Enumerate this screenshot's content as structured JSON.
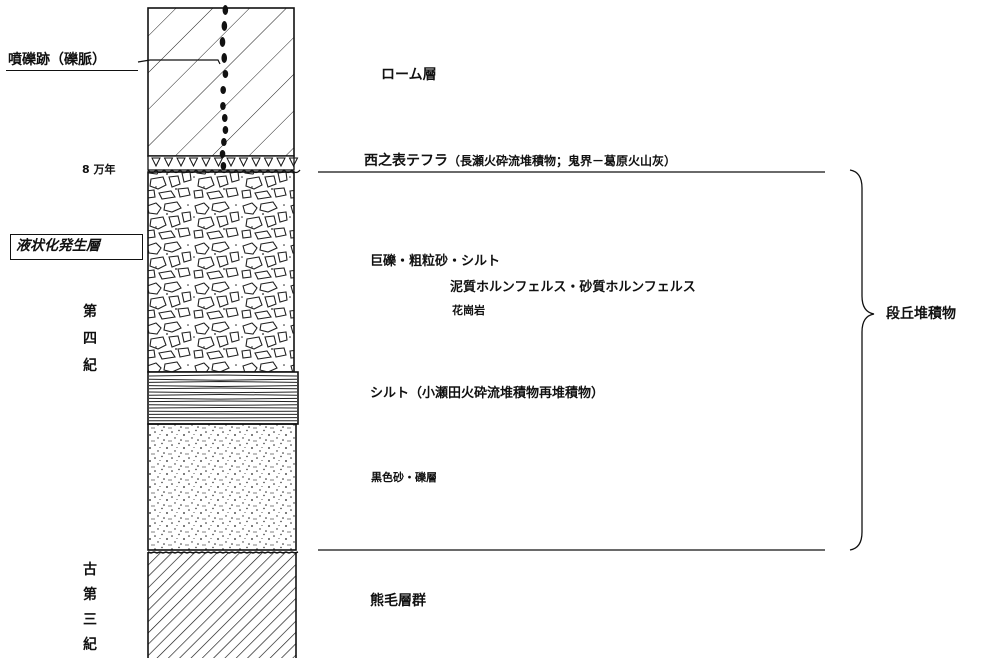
{
  "labels": {
    "vent_trace": "噴礫跡（礫脈）",
    "age": "8 万年",
    "liquefaction_layer": "液状化発生層",
    "quaternary": [
      "第",
      "四",
      "紀"
    ],
    "paleogene": [
      "古",
      "第",
      "三",
      "紀"
    ],
    "loam": "ローム層",
    "tephra": "西之表テフラ",
    "tephra_note": "（長瀬火砕流堆積物；鬼界－葛原火山灰）",
    "gravel_sand_silt": "巨礫・粗粒砂・シルト",
    "hornfels": "泥質ホルンフェルス・砂質ホルンフェルス",
    "granite": "花崗岩",
    "silt_layer": "シルト（小瀬田火砕流堆積物再堆積物）",
    "black_sand": "黒色砂・礫層",
    "kumage": "熊毛層群",
    "terrace": "段丘堆積物"
  }
}
